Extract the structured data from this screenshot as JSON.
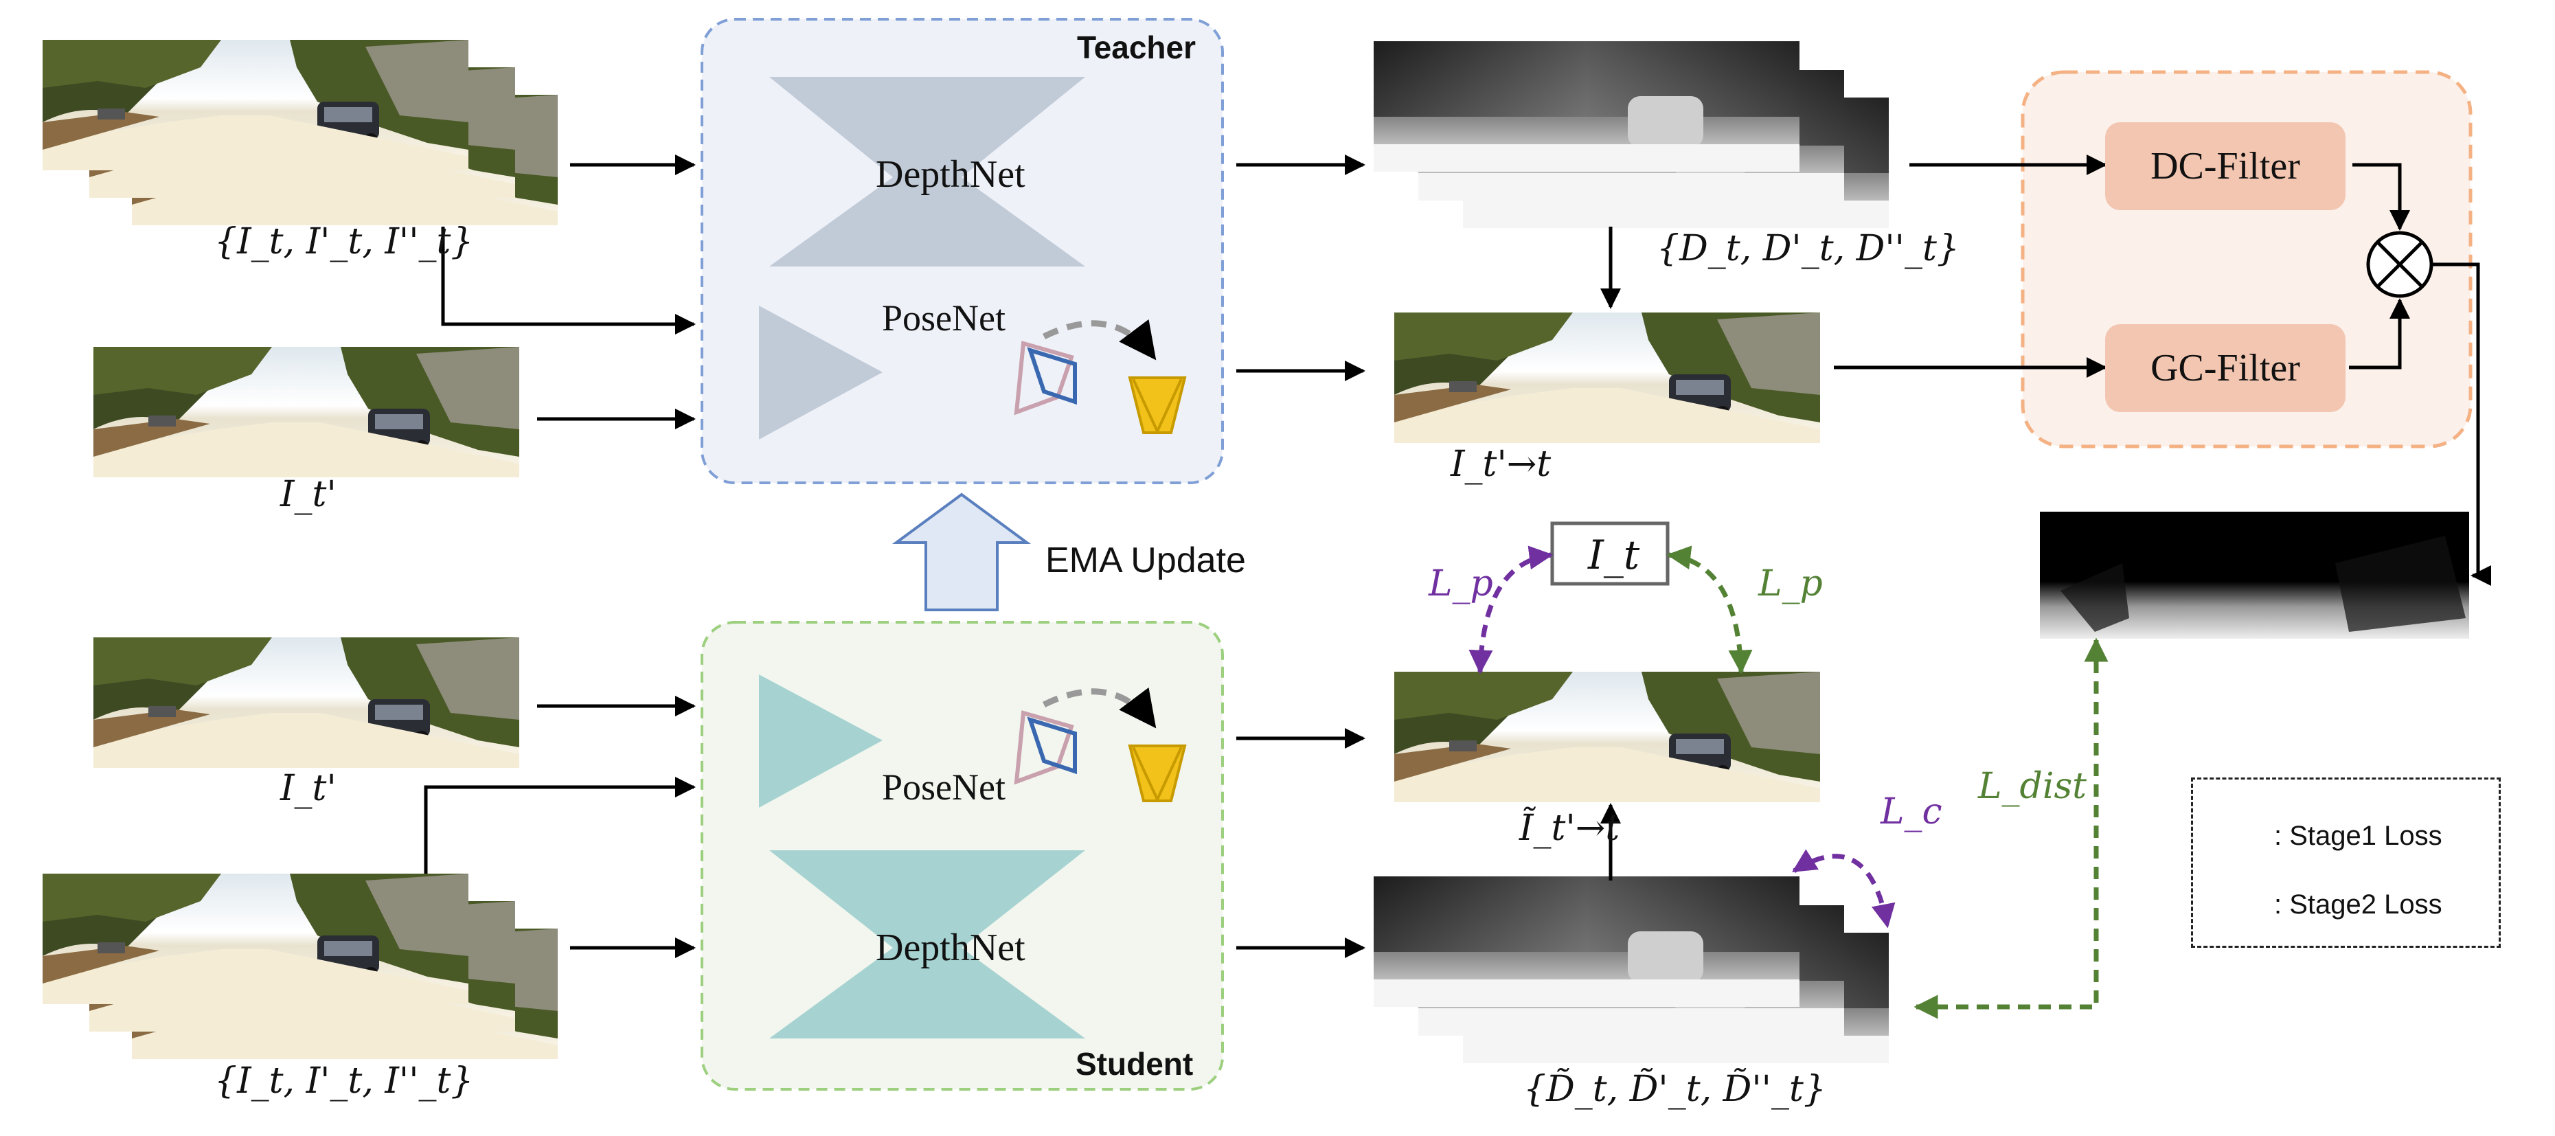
{
  "teacher": {
    "title": "Teacher",
    "depthnet": "DepthNet",
    "posenet": "PoseNet"
  },
  "student": {
    "title": "Student",
    "depthnet": "DepthNet",
    "posenet": "PoseNet"
  },
  "ema": {
    "label": "EMA Update"
  },
  "inputs": {
    "teacher_seq": "{I_t, I'_t, I''_t}",
    "teacher_src": "I_t'",
    "student_src": "I_t'",
    "student_seq": "{I_t, I'_t, I''_t}"
  },
  "outputs": {
    "teacher_depth": "{D_t, D'_t, D''_t}",
    "teacher_warp": "I_t'→t",
    "target": "I_t",
    "student_warp": "Ĩ_t'→t",
    "student_depth": "{D̃_t, D̃'_t, D̃''_t}"
  },
  "filters": {
    "dc": "DC-Filter",
    "gc": "GC-Filter"
  },
  "losses": {
    "lp_left": "L_p",
    "lp_right": "L_p",
    "lc": "L_c",
    "ldist": "L_dist"
  },
  "legend": {
    "stage1": ": Stage1 Loss",
    "stage2": ": Stage2 Loss"
  },
  "colors": {
    "stage1": "#7030a0",
    "stage2": "#548235",
    "teacher_border": "#7f9fd6",
    "student_border": "#9ccf7e",
    "filter_border": "#f4b183",
    "filter_fill": "#f3c6b1"
  }
}
